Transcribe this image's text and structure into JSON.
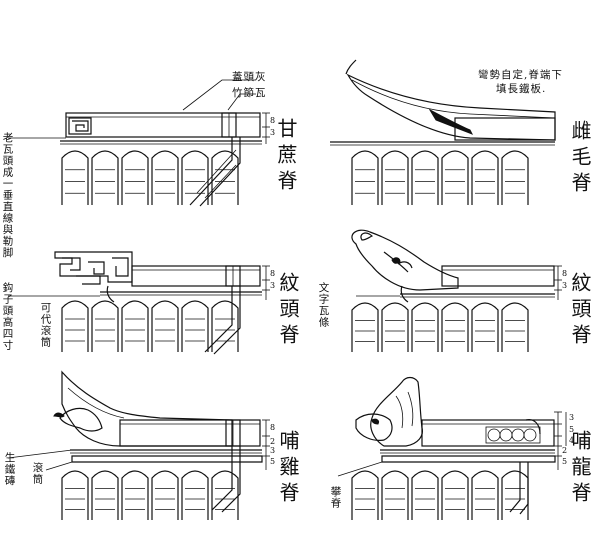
{
  "titles": {
    "ganzhe": "甘蔗脊",
    "dizhua": "雌毛脊",
    "wentou": "紋頭脊",
    "wentou_right": "紋頭脊",
    "buji": "哺雞脊",
    "bulong": "哺龍脊"
  },
  "labels": {
    "gaitou_hui": "蓋頭灰",
    "zhujie_wa": "竹節瓦",
    "laowa": "老瓦頭成一垂直線與勒脚",
    "wanshi": "彎勢自定,脊端下",
    "tianchang": "填長鐵板.",
    "gouzi": "鈎子頭高四寸",
    "kedai": "可代滾筒",
    "wenzi": "文字瓦條",
    "shengtie": "生鐵磚",
    "guntong": "滾筒",
    "panji": "攀脊"
  },
  "dims": {
    "d8": "8",
    "d3": "3",
    "d5": "5",
    "d2": "2",
    "d4": "4"
  },
  "icons": {
    "huiwen": "fret-scroll-icon",
    "juanyun": "curl-scroll-icon",
    "ji": "rooster-ornament-icon",
    "long": "dragon-head-ornament-icon"
  }
}
